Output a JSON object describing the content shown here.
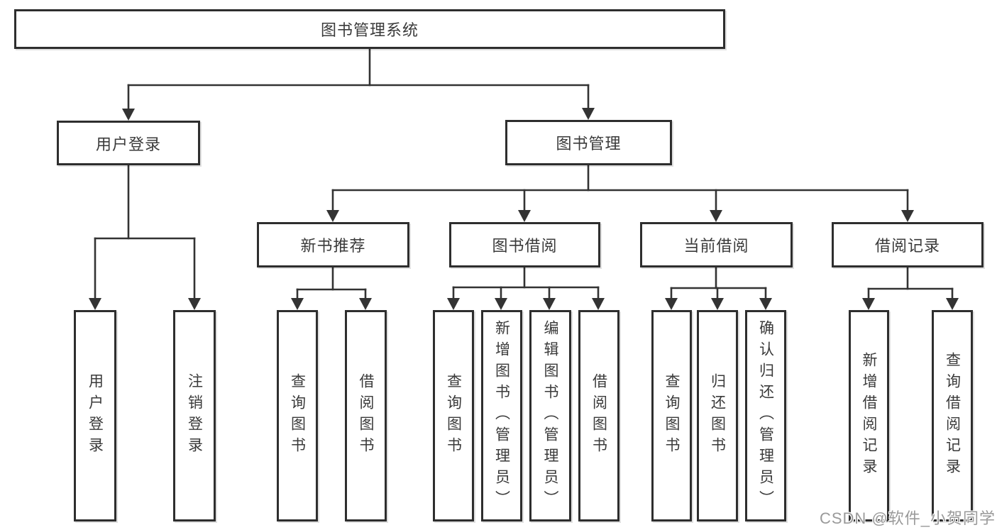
{
  "diagram": {
    "title": "图书管理系统",
    "root": {
      "label": "图书管理系统"
    },
    "level2": [
      {
        "label": "用户登录"
      },
      {
        "label": "图书管理"
      }
    ],
    "level3": [
      {
        "label": "新书推荐"
      },
      {
        "label": "图书借阅"
      },
      {
        "label": "当前借阅"
      },
      {
        "label": "借阅记录"
      }
    ],
    "leaves": {
      "login": [
        {
          "label": "用户登录"
        },
        {
          "label": "注销登录"
        }
      ],
      "new_books": [
        {
          "label": "查询图书"
        },
        {
          "label": "借阅图书"
        }
      ],
      "book_borrow": [
        {
          "label": "查询图书"
        },
        {
          "label": "新增图书（管理员）"
        },
        {
          "label": "编辑图书（管理员）"
        },
        {
          "label": "借阅图书"
        }
      ],
      "current_borrow": [
        {
          "label": "查询图书"
        },
        {
          "label": "归还图书"
        },
        {
          "label": "确认归还（管理员）"
        }
      ],
      "borrow_records": [
        {
          "label": "新增借阅记录"
        },
        {
          "label": "查询借阅记录"
        }
      ]
    },
    "colors": {
      "line": "#333333",
      "node_border": "#2e2e2e",
      "node_background": "#ffffff",
      "text": "#3a3a3a",
      "watermark_text": "#9a9a9a"
    }
  },
  "watermark": {
    "text": "CSDN @软件_小贺同学"
  }
}
